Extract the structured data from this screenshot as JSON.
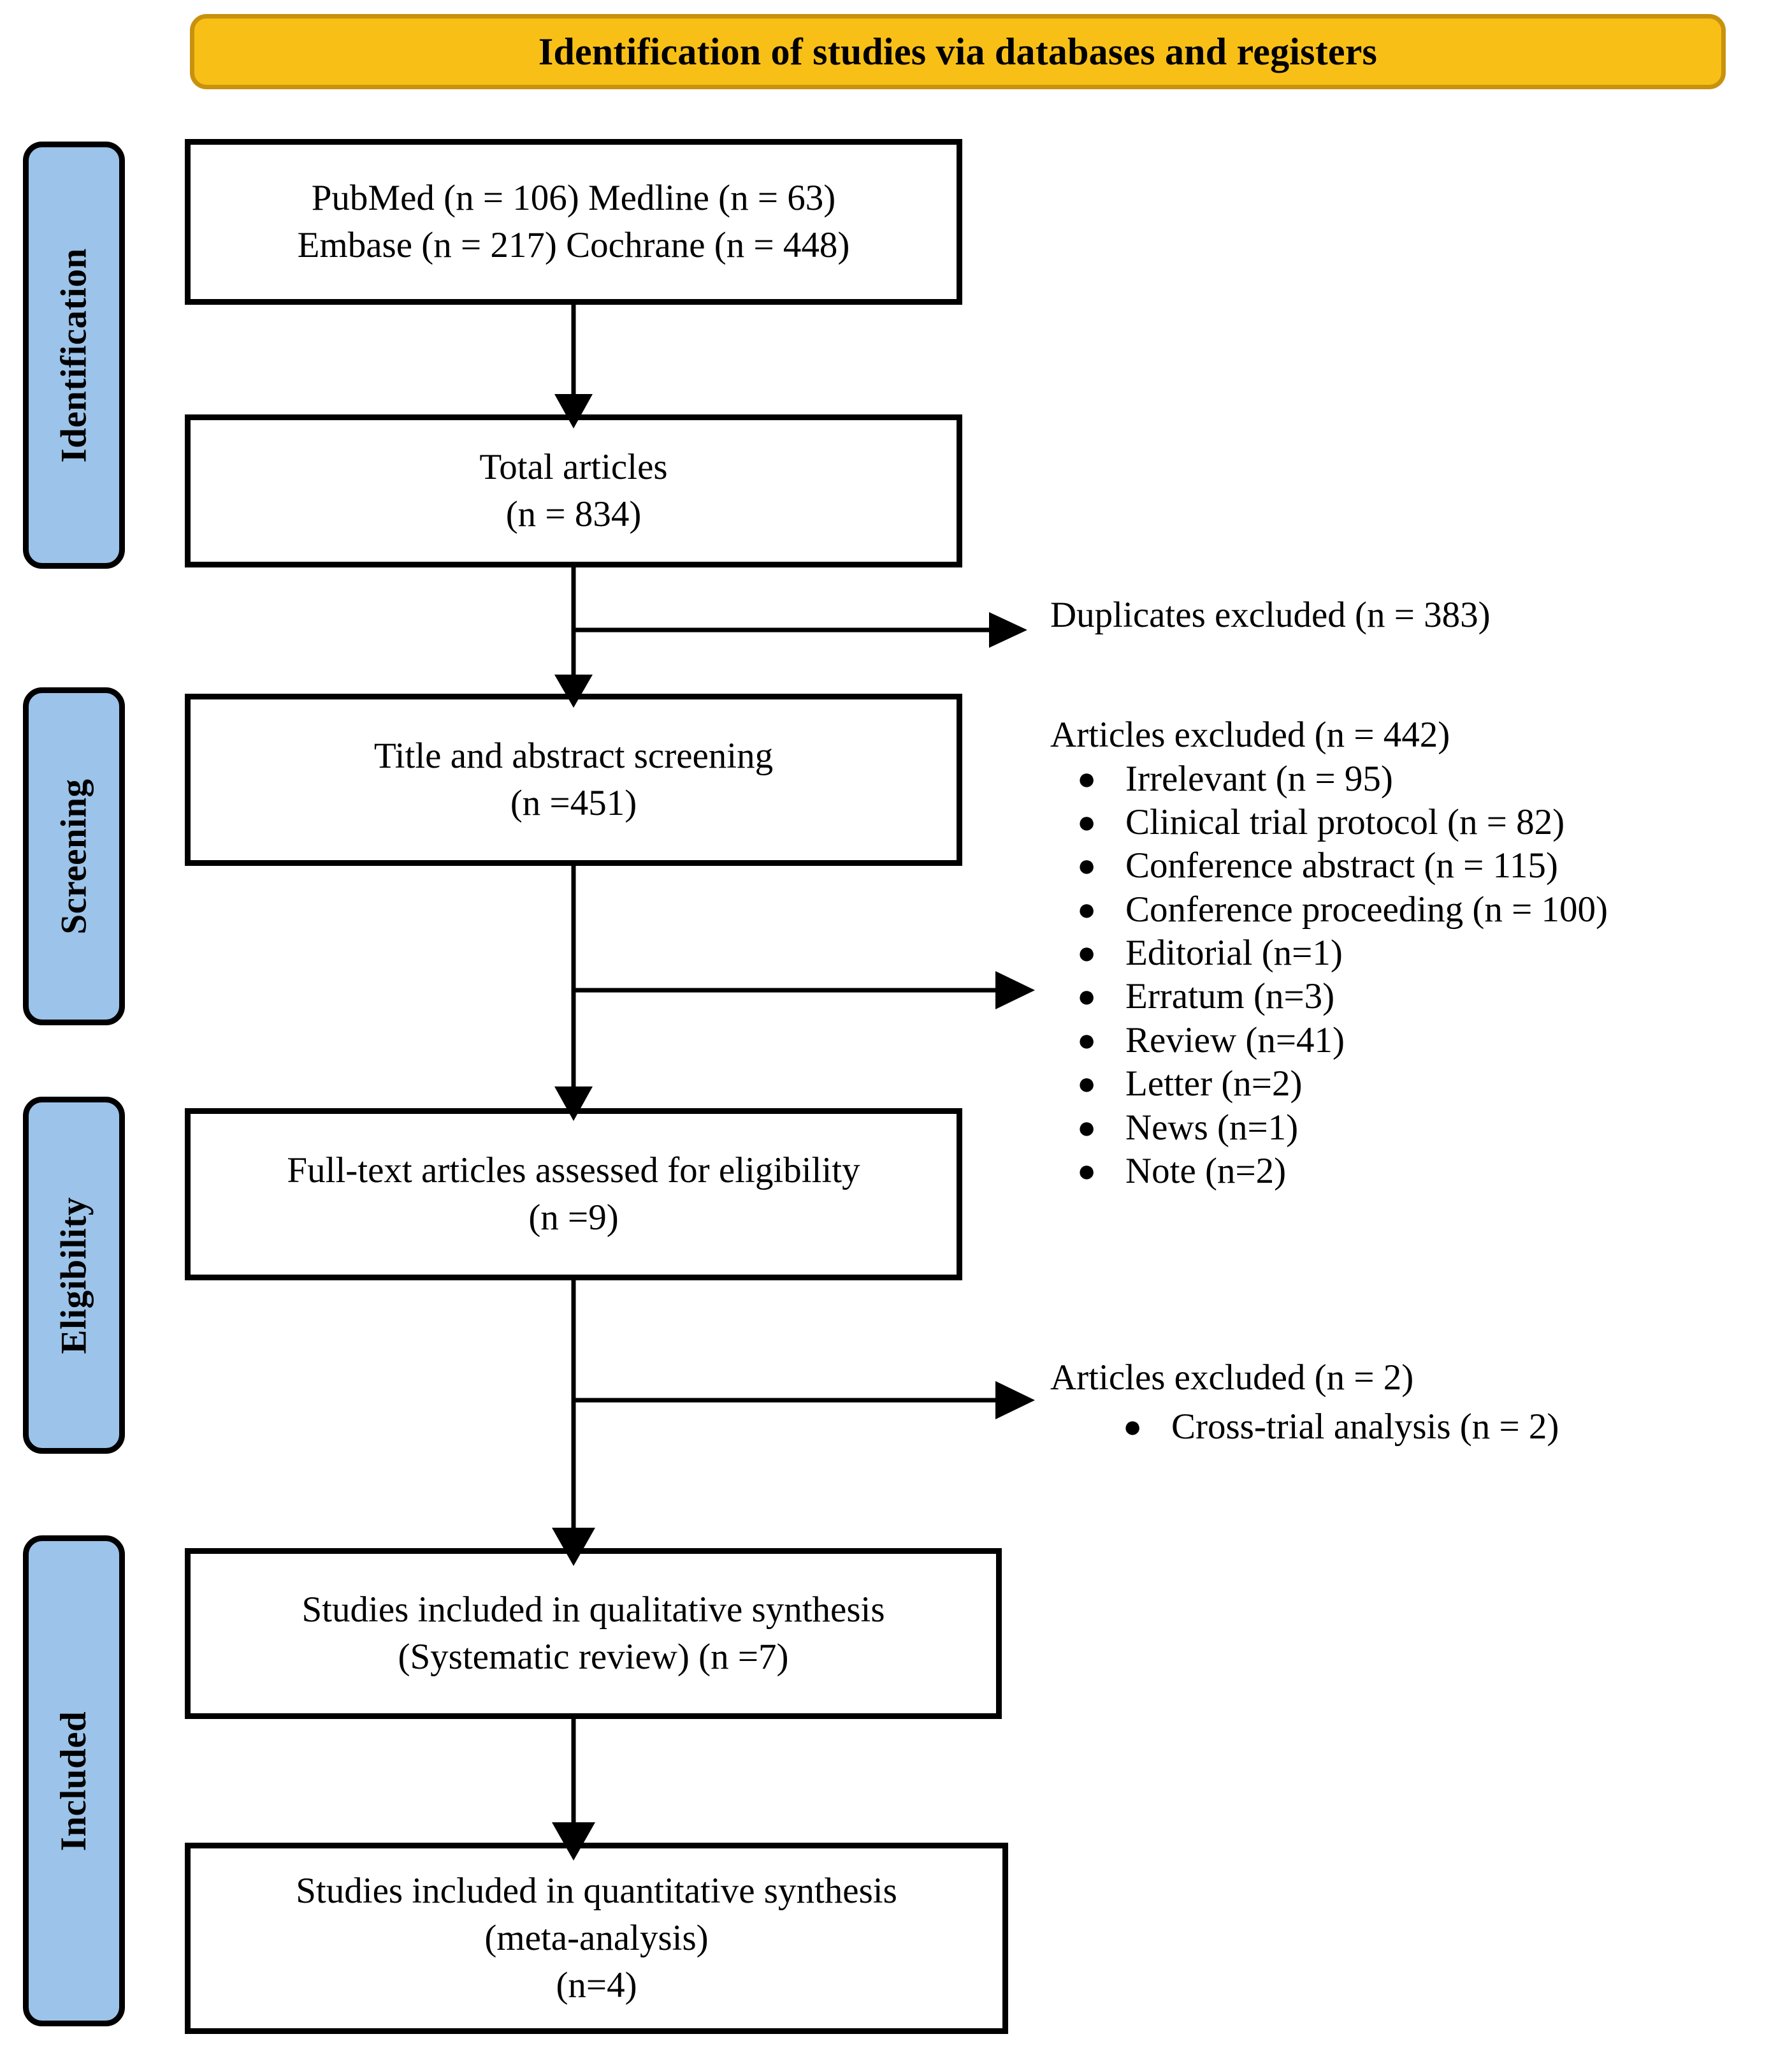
{
  "diagram": {
    "title": "Identification of studies via databases and registers",
    "accent_banner_color": "#F8C017",
    "accent_banner_border_color": "#C8910E",
    "stage_pill_color": "#9CC3E9",
    "line_color": "#000000"
  },
  "stages": [
    {
      "label": "Identification"
    },
    {
      "label": "Screening"
    },
    {
      "label": "Eligibility"
    },
    {
      "label": "Included"
    }
  ],
  "boxes": {
    "sources": {
      "lines": [
        "PubMed (n = 106) Medline (n = 63)",
        "Embase (n = 217) Cochrane (n = 448)"
      ]
    },
    "total": {
      "lines": [
        "Total articles",
        "(n = 834)"
      ]
    },
    "screening": {
      "lines": [
        "Title and abstract screening",
        "(n =451)"
      ]
    },
    "fulltext": {
      "lines": [
        "Full-text articles assessed for eligibility",
        "(n =9)"
      ]
    },
    "qualitative": {
      "lines": [
        "Studies included in qualitative synthesis",
        "(Systematic review) (n =7)"
      ]
    },
    "quantitative": {
      "lines": [
        "Studies included in quantitative synthesis",
        "(meta-analysis)",
        "(n=4)"
      ]
    }
  },
  "notes": {
    "duplicates": {
      "heading": "Duplicates excluded (n = 383)",
      "items": []
    },
    "screening_excluded": {
      "heading": "Articles excluded (n = 442)",
      "items": [
        "Irrelevant (n = 95)",
        "Clinical trial protocol (n = 82)",
        "Conference abstract (n = 115)",
        "Conference proceeding (n = 100)",
        "Editorial (n=1)",
        "Erratum (n=3)",
        "Review (n=41)",
        "Letter (n=2)",
        "News (n=1)",
        "Note (n=2)"
      ]
    },
    "eligibility_excluded": {
      "heading": "Articles excluded (n = 2)",
      "items": [
        "Cross-trial analysis (n = 2)"
      ]
    }
  },
  "chart_data": {
    "type": "diagram",
    "title": "Identification of studies via databases and registers",
    "flow": [
      {
        "stage": "Identification",
        "node": "PubMed",
        "n": 106
      },
      {
        "stage": "Identification",
        "node": "Medline",
        "n": 63
      },
      {
        "stage": "Identification",
        "node": "Embase",
        "n": 217
      },
      {
        "stage": "Identification",
        "node": "Cochrane",
        "n": 448
      },
      {
        "stage": "Identification",
        "node": "Total articles",
        "n": 834
      },
      {
        "stage": "Identification",
        "node": "Duplicates excluded",
        "n": 383
      },
      {
        "stage": "Screening",
        "node": "Title and abstract screening",
        "n": 451
      },
      {
        "stage": "Screening",
        "node": "Articles excluded",
        "n": 442
      },
      {
        "stage": "Eligibility",
        "node": "Full-text articles assessed for eligibility",
        "n": 9
      },
      {
        "stage": "Eligibility",
        "node": "Articles excluded",
        "n": 2
      },
      {
        "stage": "Included",
        "node": "Studies included in qualitative synthesis (Systematic review)",
        "n": 7
      },
      {
        "stage": "Included",
        "node": "Studies included in quantitative synthesis (meta-analysis)",
        "n": 4
      }
    ]
  }
}
